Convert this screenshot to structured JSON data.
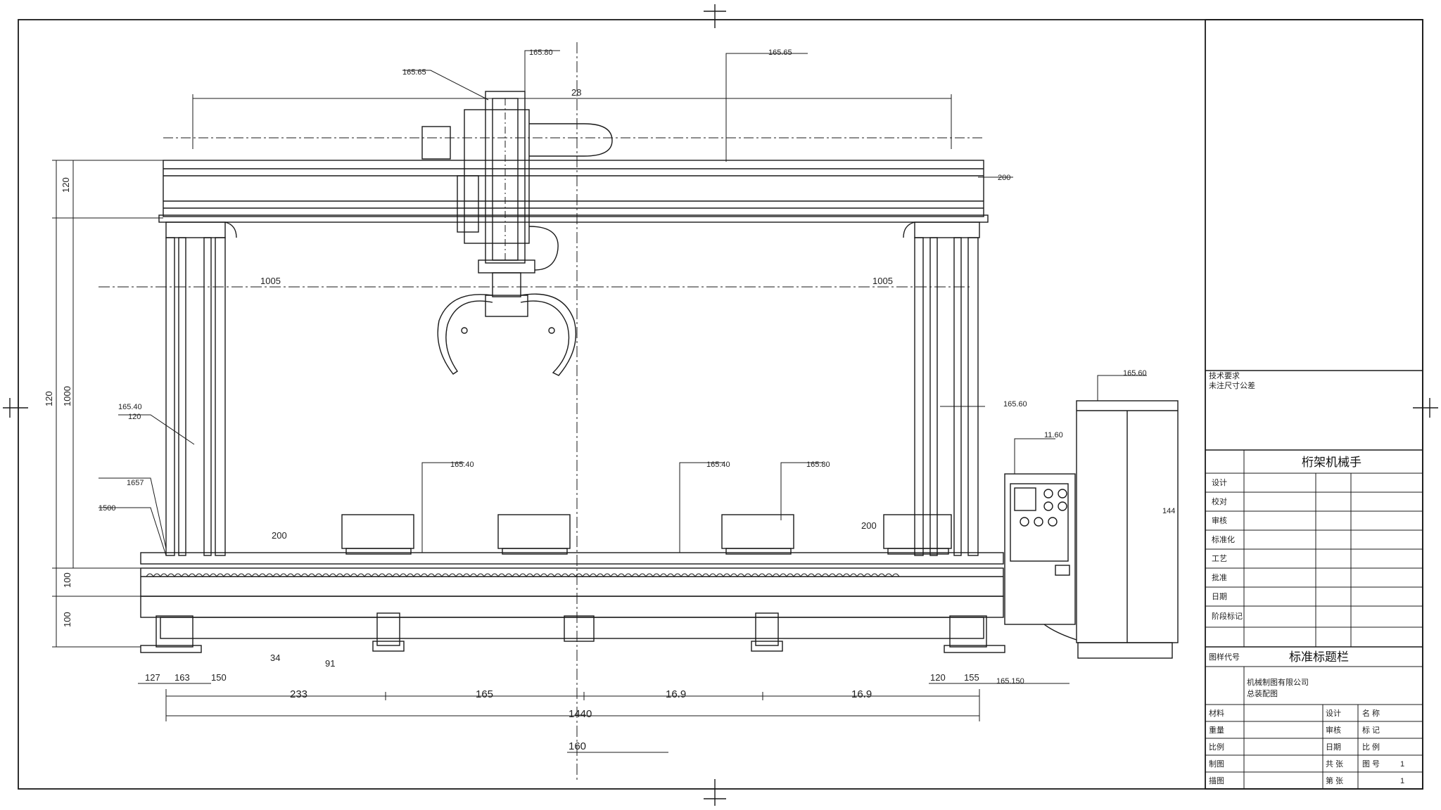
{
  "dimensions": {
    "top_span": "28",
    "beam_height": "120",
    "mid_left": "1005",
    "mid_right": "1005",
    "total_height_a": "120",
    "total_height_b": "1000",
    "table_h1": "100",
    "table_h2": "100",
    "base_left_1": "127",
    "base_left_2": "163",
    "base_left_3": "150",
    "base_right_1": "120",
    "base_right_2": "155",
    "span_1": "233",
    "span_2": "165",
    "span_3": "16.9",
    "span_4": "16.9",
    "total_width": "1440",
    "bottom_ref": "160",
    "short_1": "200",
    "short_2": "200",
    "tag_34": "34",
    "tag_91": "91"
  },
  "callouts": {
    "c_top_left": "165.65",
    "c_top_mid": "165.80",
    "c_top_right": "165.65",
    "c_beam_right": "200",
    "c_left_1": "165.40",
    "c_left_2": "120",
    "c_left_3": "1657",
    "c_left_4": "1500",
    "c_fix_1": "165.40",
    "c_fix_2": "165.40",
    "c_fix_3": "165.80",
    "c_cab_1": "165.60",
    "c_cab_2": "165.60",
    "c_cab_3": "11.60",
    "c_base_right": "165.150",
    "c_cab_side": "144"
  },
  "title_block": {
    "note_1": "技术要求",
    "note_2": "未注尺寸公差",
    "header": "桁架机械手",
    "rows": [
      "设计",
      "校对",
      "审核",
      "标准化",
      "工艺",
      "批准",
      "日期",
      "阶段标记"
    ],
    "company_title": "标准标题栏",
    "drawing_no_label": "图样代号",
    "company_name": "机械制图有限公司",
    "company_sub": "总装配图",
    "material_label": "材料",
    "weight_label": "重量",
    "scale_label": "比例",
    "sheet_label": "共 张",
    "sheet_of": "第 张",
    "bottom_1": "制图",
    "bottom_2": "描图",
    "bottom_3": "设计",
    "bottom_4": "审核",
    "bottom_5": "日期",
    "val_1": "名 称",
    "val_2": "标 记",
    "val_3": "比 例",
    "val_4": "图 号",
    "val_5": "1",
    "val_6": "1"
  }
}
